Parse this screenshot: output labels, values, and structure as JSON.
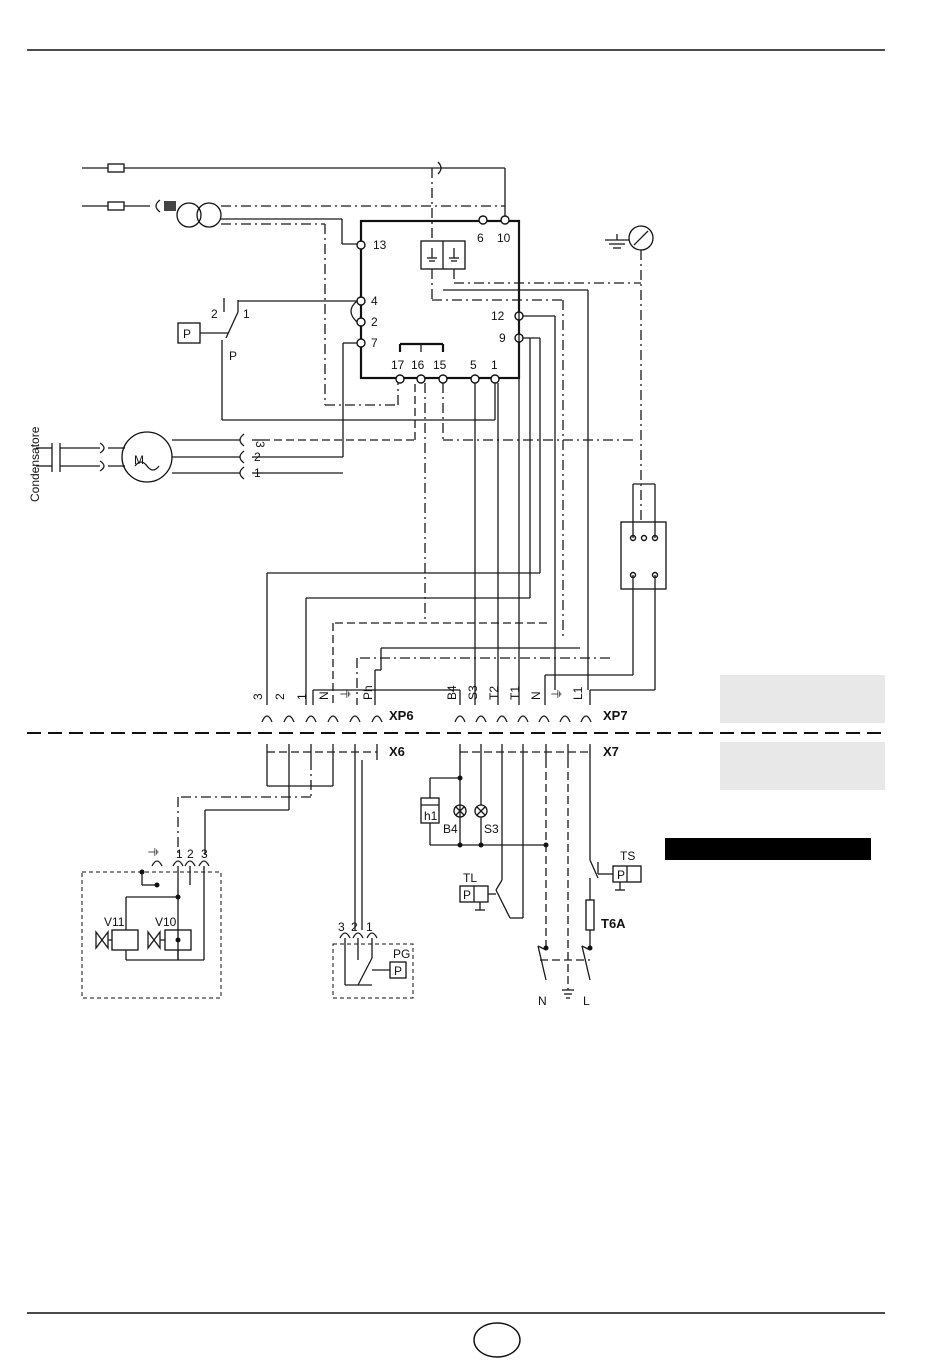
{
  "colors": {
    "line": "#1a1a1a",
    "shade": "#e8e8e8",
    "black_bar": "#000000"
  },
  "capacitor": {
    "label": "Condensatore"
  },
  "controller": {
    "terminals": [
      "6",
      "10",
      "13",
      "4",
      "2",
      "7",
      "12",
      "9",
      "17",
      "16",
      "15",
      "5",
      "1"
    ]
  },
  "pressostat_air": {
    "label": "P",
    "switch_label": "P",
    "contacts": [
      "2",
      "1"
    ]
  },
  "motor": {
    "symbol": "M",
    "terminals": [
      "3",
      "2",
      "1"
    ]
  },
  "connector_xp6": {
    "name": "XP6",
    "pins": [
      "3",
      "2",
      "1",
      "N",
      "⏚",
      "Ph"
    ]
  },
  "connector_xp7": {
    "name": "XP7",
    "pins": [
      "B4",
      "S3",
      "T2",
      "T1",
      "N",
      "⏚",
      "L1"
    ]
  },
  "connector_x6": {
    "name": "X6"
  },
  "connector_x7": {
    "name": "X7"
  },
  "valves": {
    "v11": "V11",
    "v10": "V10",
    "pins": [
      "⏚",
      "1",
      "2",
      "3"
    ]
  },
  "gas_pressostat": {
    "label": "PG",
    "p": "P",
    "pins": [
      "3",
      "2",
      "1"
    ]
  },
  "indicators": {
    "h1": "h1",
    "b4": "B4",
    "s3": "S3"
  },
  "thermostat_tl": {
    "label": "TL",
    "p": "P"
  },
  "thermostat_ts": {
    "label": "TS",
    "p": "P"
  },
  "fuse": {
    "label": "T6A"
  },
  "mains": {
    "n": "N",
    "l": "L"
  }
}
